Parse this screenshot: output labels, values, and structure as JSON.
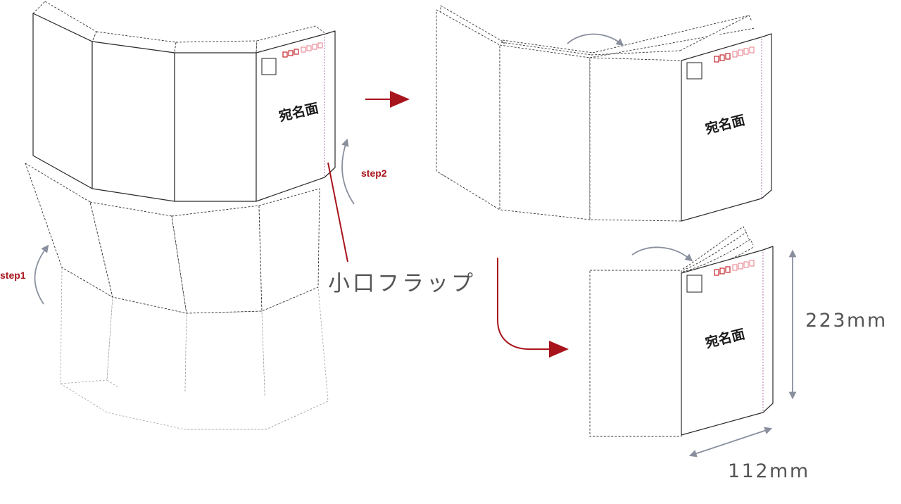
{
  "labels": {
    "address_face": "宛名面",
    "step1": "step1",
    "step2": "step2",
    "flap": "小口フラップ",
    "height": "223mm",
    "width": "112mm"
  },
  "colors": {
    "accent_red": "#a8141c",
    "arrow_gray": "#8a8f9e",
    "line": "#2b2b2b"
  }
}
